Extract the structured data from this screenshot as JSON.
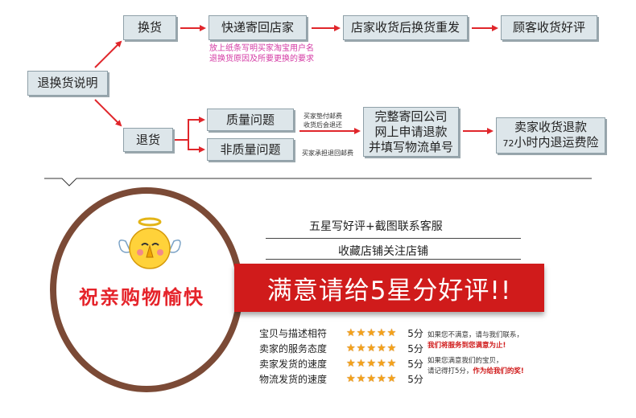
{
  "flow": {
    "root": "退换货说明",
    "exchange": {
      "label": "换货",
      "step1": "快递寄回店家",
      "step1_note": [
        "放上纸条写明买家淘宝用户名",
        "退换货原因及所要更换的要求"
      ],
      "step2": "店家收货后换货重发",
      "step3": "顾客收货好评"
    },
    "refund": {
      "label": "退货",
      "quality": "质量问题",
      "non_quality": "非质量问题",
      "quality_note": [
        "买家垫付邮费",
        "收货后会退还"
      ],
      "non_quality_note": "买家承担退回邮费",
      "step2": [
        "完整寄回公司",
        "网上申请退款",
        "并填写物流单号"
      ],
      "step3_line1": "卖家收货退款",
      "step3_num": "72",
      "step3_line2": "小时内退运费险"
    }
  },
  "promo": {
    "blessing": "祝亲购物愉快",
    "line1": "五星写好评+截图联系客服",
    "line2": "收藏店铺关注店铺",
    "banner": "满意请给5星分好评!!",
    "ratings": [
      {
        "label": "宝贝与描述相符",
        "stars": 5,
        "score": "5分"
      },
      {
        "label": "卖家的服务态度",
        "stars": 5,
        "score": "5分"
      },
      {
        "label": "卖家发货的速度",
        "stars": 5,
        "score": "5分"
      },
      {
        "label": "物流发货的速度",
        "stars": 5,
        "score": "5分"
      }
    ],
    "message": {
      "l1": "如果您不满意，请与我们联系，",
      "l2": "我们将服务到您满意为止!",
      "l3": "如果您满意我们的宝贝，",
      "l4a": "请记得打5分，",
      "l4b": "作为给我们的奖!"
    }
  },
  "colors": {
    "arrow": "#e0262b",
    "banner": "#d01b1b",
    "circle": "#7b4a36",
    "star": "#f4a21a",
    "note_pink": "#d43aa4",
    "msg_red": "#d01b1b"
  }
}
